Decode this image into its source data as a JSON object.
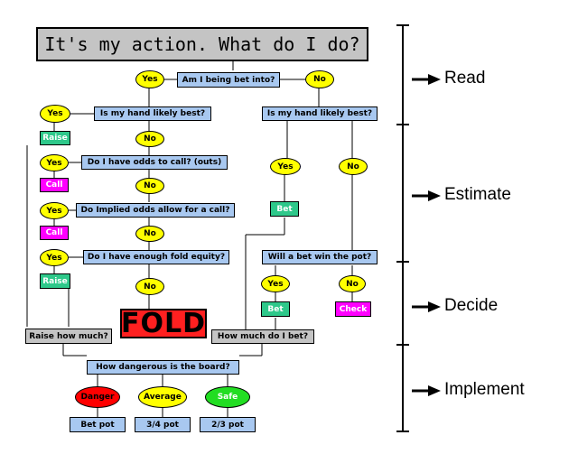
{
  "title": "It's my action. What do I do?",
  "questions": {
    "bet_into": "Am I being bet into?",
    "hand_best_left": "Is my hand likely best?",
    "hand_best_right": "Is my hand likely best?",
    "odds_call": "Do I have odds to call? (outs)",
    "implied_odds": "Do Implied odds allow for a call?",
    "fold_equity": "Do I have enough fold equity?",
    "bet_win_pot": "Will a bet win the pot?",
    "raise_how_much": "Raise how much?",
    "bet_how_much": "How much do I bet?",
    "board_danger": "How dangerous is the board?"
  },
  "answers": {
    "yes": "Yes",
    "no": "No"
  },
  "actions": {
    "raise": "Raise",
    "call": "Call",
    "bet": "Bet",
    "check": "Check",
    "fold": "FOLD"
  },
  "board": {
    "danger": "Danger",
    "average": "Average",
    "safe": "Safe",
    "bet_pot": "Bet pot",
    "three_quarter": "3/4 pot",
    "two_third": "2/3 pot"
  },
  "stages": [
    "Read",
    "Estimate",
    "Decide",
    "Implement"
  ],
  "colors": {
    "question": "#a8c8f0",
    "gray": "#c4c4c4",
    "yes_no_oval": "#ffff00",
    "green_action": "#2ec88a",
    "magenta_action": "#ff00ff",
    "fold": "#ff2020",
    "danger": "#ff0000",
    "average": "#ffff00",
    "safe": "#22dd22"
  }
}
